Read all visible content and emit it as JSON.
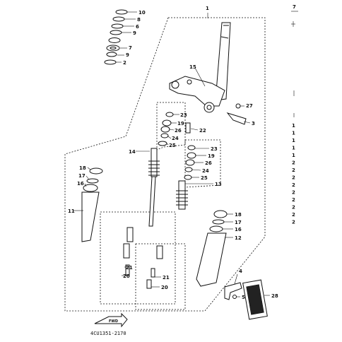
{
  "diagram": {
    "code": "4CU1351-2170",
    "arrow_text": "FWD",
    "callouts": {
      "c1": "1",
      "c10": "10",
      "c8": "8",
      "c6": "6",
      "c9a": "9",
      "c7": "7",
      "c9b": "9",
      "c2": "2",
      "c15": "15",
      "c27": "27",
      "c3": "3",
      "c22": "22",
      "l23": "23",
      "l19": "19",
      "l26": "26",
      "l24": "24",
      "l25": "25",
      "c14": "14",
      "r23": "23",
      "r19": "19",
      "r26": "26",
      "r24": "24",
      "r25": "25",
      "c13": "13",
      "l18": "18",
      "l17": "17",
      "l16": "16",
      "c11": "11",
      "r18": "18",
      "r17": "17",
      "r16": "16",
      "c12": "12",
      "l21": "21",
      "l20": "20",
      "r21": "21",
      "r20": "20",
      "c4": "4",
      "c5": "5",
      "c28": "28"
    },
    "margin_marks": [
      "1",
      "1",
      "1",
      "1",
      "1",
      "2",
      "2",
      "2",
      "2",
      "2",
      "2",
      "2",
      "2",
      "2"
    ]
  }
}
